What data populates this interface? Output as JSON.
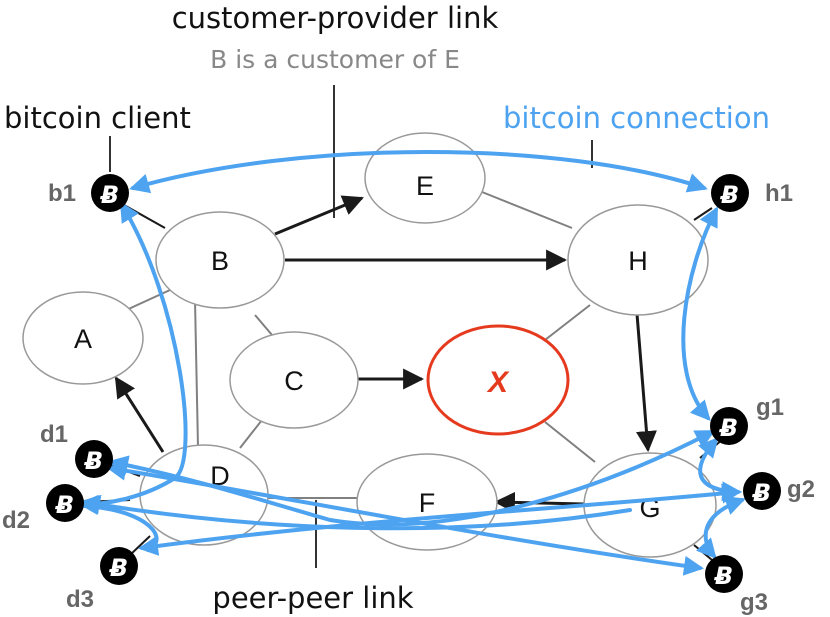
{
  "annotations": {
    "customer_provider_title": "customer-provider link",
    "customer_provider_sub": "B is a customer of E",
    "bitcoin_client": "bitcoin client",
    "bitcoin_connection": "bitcoin connection",
    "peer_peer_link": "peer-peer link"
  },
  "nodes": {
    "A": "A",
    "B": "B",
    "C": "C",
    "D": "D",
    "E": "E",
    "F": "F",
    "G": "G",
    "H": "H",
    "X": "X"
  },
  "clients": {
    "b1": "b1",
    "h1": "h1",
    "d1": "d1",
    "d2": "d2",
    "d3": "d3",
    "g1": "g1",
    "g2": "g2",
    "g3": "g3"
  },
  "bitcoin_icon_glyph": "Ƀ",
  "colors": {
    "bitcoin_connection": "#4da3f0",
    "hijacked_node": "#e53a1e",
    "link": "#808080",
    "arrow": "#1a1a1a",
    "client_label": "#666666",
    "subtitle": "#888888"
  }
}
